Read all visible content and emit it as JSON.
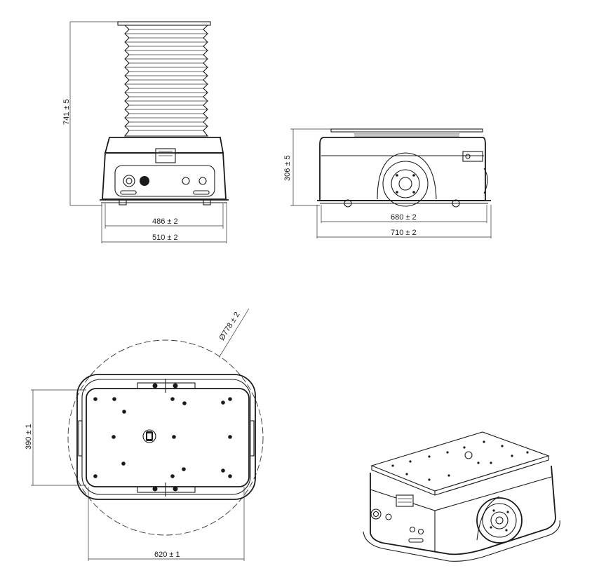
{
  "dimensions": {
    "front_height": "741 ± 5",
    "front_inner_width": "486 ± 2",
    "front_outer_width": "510 ± 2",
    "side_height": "306 ± 5",
    "side_inner_length": "680 ± 2",
    "side_outer_length": "710 ± 2",
    "top_diameter": "Ø778 ± 2",
    "top_width": "390 ± 1",
    "top_length": "620 ± 1"
  }
}
